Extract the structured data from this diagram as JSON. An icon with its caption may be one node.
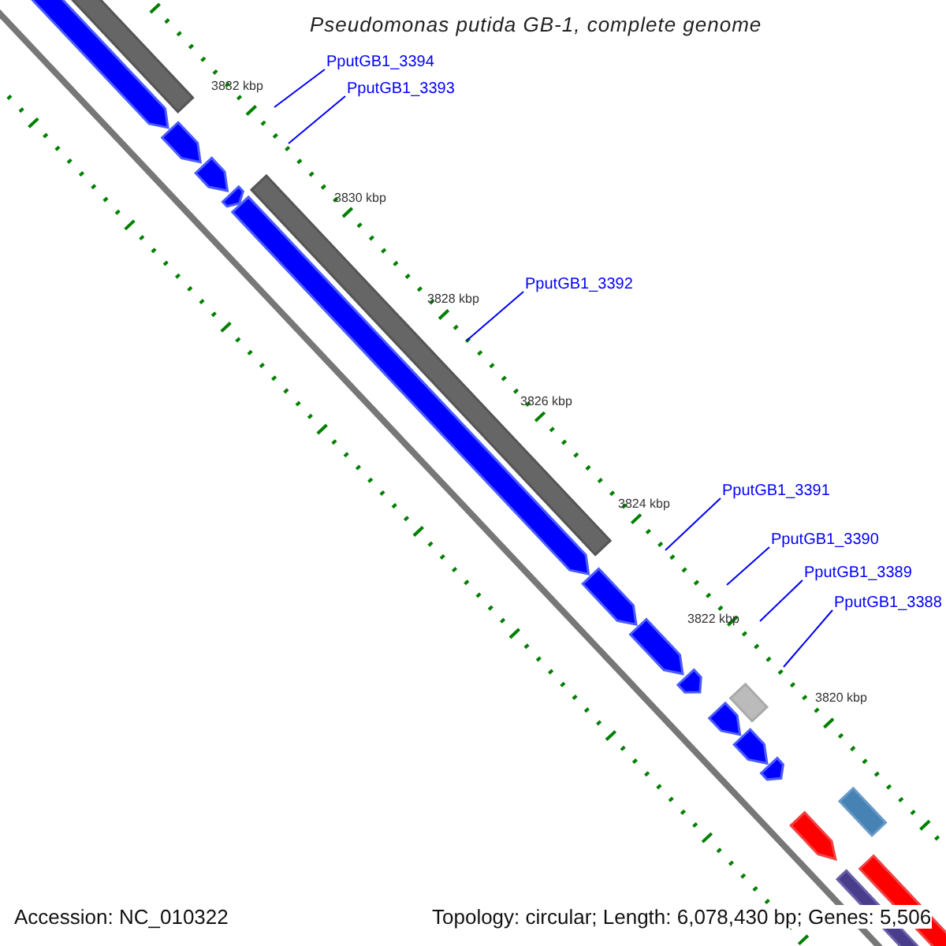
{
  "diagram": {
    "title": "Pseudomonas putida GB-1, complete genome",
    "nodes": [
      {
        "text": [
          "PputGB1_3394"
        ]
      },
      {
        "text": [
          "PputGB1_3393"
        ]
      },
      {
        "text": [
          "PputGB1_3392"
        ]
      },
      {
        "text": [
          "PputGB1_3391"
        ]
      },
      {
        "text": [
          "PputGB1_3390"
        ]
      },
      {
        "text": [
          "PputGB1_3389"
        ]
      },
      {
        "text": [
          "PputGB1_3388"
        ]
      }
    ],
    "edges": [
      {
        "from": 0,
        "to": null,
        "arrow": "none"
      },
      {
        "from": 1,
        "to": null,
        "arrow": "none"
      },
      {
        "from": 2,
        "to": null,
        "arrow": "none"
      },
      {
        "from": 3,
        "to": null,
        "arrow": "none"
      },
      {
        "from": 4,
        "to": null,
        "arrow": "none"
      },
      {
        "from": 5,
        "to": null,
        "arrow": "none"
      },
      {
        "from": 6,
        "to": null,
        "arrow": "none"
      }
    ],
    "labels": [
      "3832 kbp",
      "3830 kbp",
      "3828 kbp",
      "3826 kbp",
      "3824 kbp",
      "3822 kbp",
      "3820 kbp",
      "Accession: NC_010322",
      "Topology: circular; Length: 6,078,430 bp; Genes: 5,506"
    ]
  }
}
